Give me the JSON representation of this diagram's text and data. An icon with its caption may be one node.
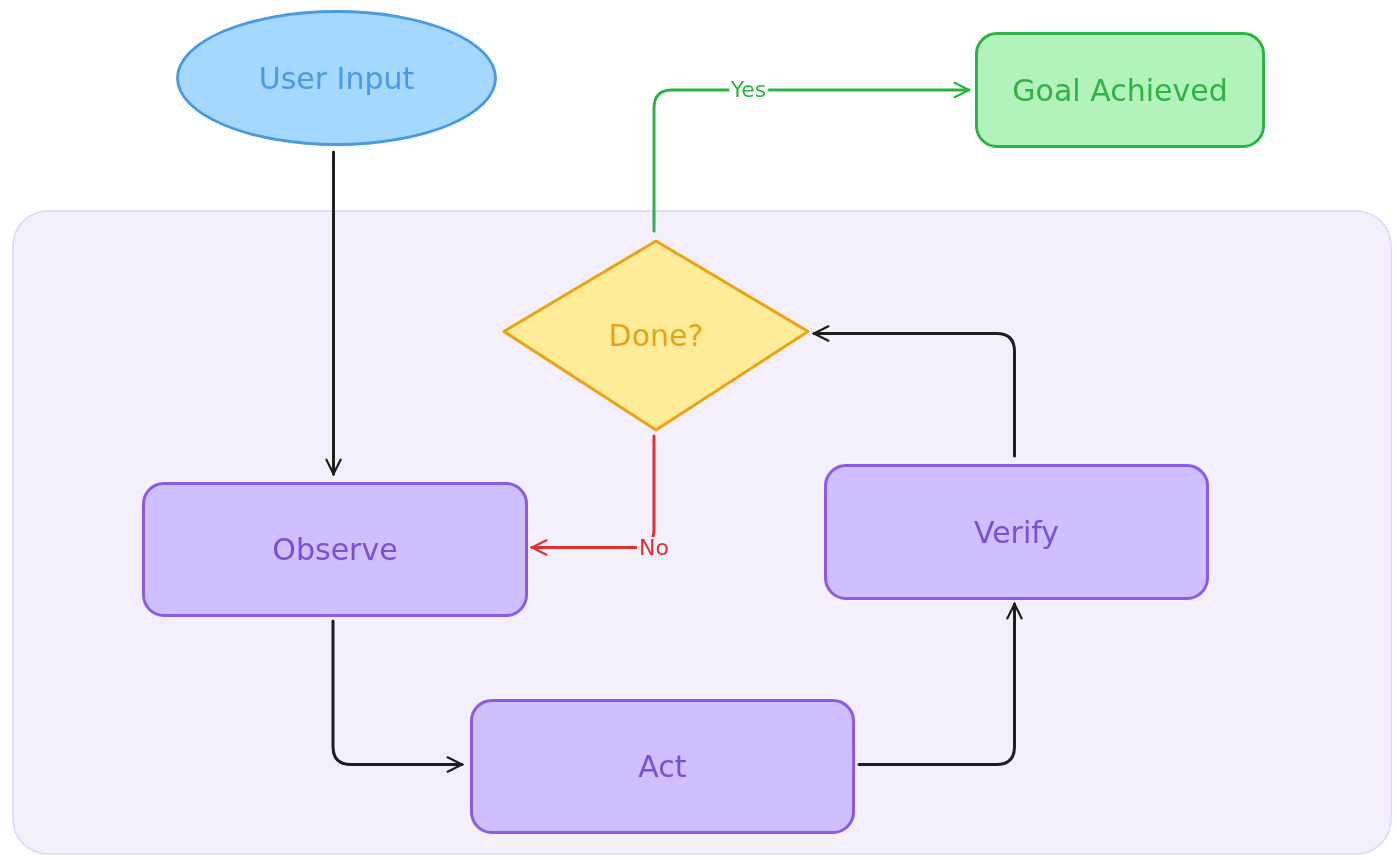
{
  "diagram": {
    "nodes": [
      {
        "text": [
          "User Input"
        ]
      },
      {
        "text": [
          "Goal Achieved"
        ]
      },
      {
        "text": [],
        "shape": "box"
      },
      {
        "text": [
          "Done?"
        ],
        "in": 2
      },
      {
        "text": [
          "Observe"
        ],
        "in": 2
      },
      {
        "text": [
          "Verify"
        ],
        "in": 2
      },
      {
        "text": [
          "Act"
        ],
        "in": 2
      }
    ],
    "edges": [
      {
        "from": 0,
        "to": 4,
        "arrow": "to"
      },
      {
        "from": 3,
        "to": 1,
        "arrow": "to",
        "label": "Yes",
        "color": "#2fb344"
      },
      {
        "from": 3,
        "to": 4,
        "arrow": "to",
        "label": "No",
        "color": "#e03131"
      },
      {
        "from": 4,
        "to": 6,
        "arrow": "to"
      },
      {
        "from": 6,
        "to": 5,
        "arrow": "to"
      },
      {
        "from": 5,
        "to": 3,
        "arrow": "to"
      }
    ]
  }
}
